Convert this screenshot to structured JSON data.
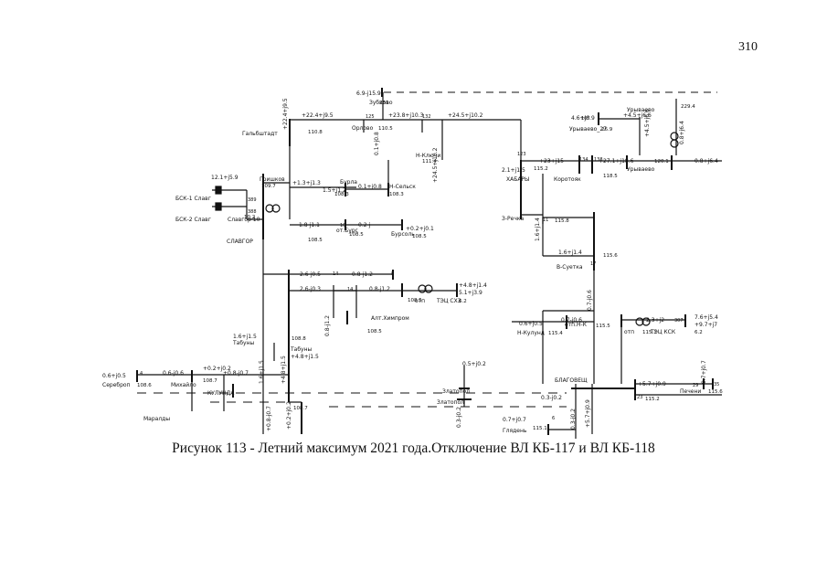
{
  "page_number": "310",
  "caption": "Рисунок 113 - Летний максимум 2021 года.Отключение ВЛ КБ-117 и ВЛ КБ-118",
  "scheme": {
    "nodes": {
      "zubkovo": "Зубково",
      "galbshtadt": "Гальбштадт",
      "orlovo": "Орлово",
      "n_klyuchi": "Н-Ключи",
      "kharabaly": "ХАБАРЫ",
      "korotoyak": "Коротояк",
      "urlyaevo": "Урываево",
      "urlyaevo_27": "Урываево_27",
      "urlyaevo_2": "Урываево",
      "grishkovka": "Гришков",
      "bsk1": "БСК-1 Славг",
      "bsk2": "БСК-2 Славг",
      "slavgorod_10": "Славгор 10",
      "slavgorod": "СЛАВГОР",
      "burla": "Бурла",
      "n_selsk": "Н-Сельск",
      "ot_bursol": "от.Бурс",
      "bursol": "Бурсоль",
      "zrechka": "З-Речка",
      "v_suetka": "В-Суетка",
      "tets_skh": "ТЭЦ СХЗ",
      "otp1": "отп",
      "alt_khimprom": "Алт.Химпром",
      "tabuny": "Табуны",
      "tabuny_2": "Табуны",
      "kulunda": "КУЛУНДА",
      "serebropol": "Сереброп",
      "mikhino": "Михайло",
      "maraldy": "Маралды",
      "zlatopol": "Златопол",
      "zlatopol_2": "Златопол",
      "n_kuluny": "Н-Кулунд",
      "otp_n_k": "отп.Н-К",
      "otp2": "отп",
      "tets_ksk": "ТЭЦ КСК",
      "blagoveshch": "БЛАГОВЕЩ",
      "glyaden": "Глядень",
      "pechenii": "Печени"
    },
    "flows": {
      "f1": "6.9-j15.9",
      "f2": "+22.4+j9.5",
      "f3": "+23.8+j10.3",
      "f4": "+24.5+j10.2",
      "f5": "4.6+j6.9",
      "f6": "+4.5+j6.6",
      "f7": "12.1+j5.9",
      "f8": "+1.3+j1.3",
      "f9": "1.5+j1.2",
      "f10": "0.1+j0.8",
      "f11": "1.8-j1.1",
      "f12": "0.2-j",
      "f13": "+0.2+j0.1",
      "f14": "2.1+j1.5",
      "f15": "+23+j15",
      "f16": "+27.1+j18.6",
      "f17": "0.8+j6.4",
      "f18": "1.6+j1.4",
      "f19": "2.6-j0.5",
      "f20": "0.8-j1.2",
      "f21": "2.6-j0.3",
      "f22": "0.8-j1.2",
      "f23": "+4.8+j1.4",
      "f24": "5.1+j3.9",
      "f25": "1.6+j1.5",
      "f26": "+4.8+j1.5",
      "f27": "0.6+j0.5",
      "f28": "0.6-j0.6",
      "f29": "+0.2+j0.2",
      "f30": "+0.8-j0.7",
      "f31": "0.6+j0.5",
      "f32": "0.7-j0.6",
      "f33": "2.3+j2",
      "f34": "7.6+j5.4",
      "f35": "+9.7+j7",
      "f36": "+5.7+j0.9",
      "f37": "0.7+j0.7",
      "f38": "0.3-j0.2",
      "f39": "0.5+j0.2"
    },
    "voltages": {
      "v_galb": "110.8",
      "v_orlovo": "110.5",
      "v_nkl": "111.4",
      "v_kharab": "115.2",
      "v_korot": "118.5",
      "v_urly": "120.1",
      "v_urly27": "26.9",
      "v_bur1": "108.3",
      "v_nsel": "108.3",
      "v_bursol1": "108.5",
      "v_bursol2": "108.5",
      "v_grish": "109.7",
      "v_slav10": "10.2",
      "v_slav": "108.5",
      "v_zrech": "115.8",
      "v_vsuet": "115.6",
      "v_alt": "108.5",
      "v_tets": "6.2",
      "v_otp": "108.5",
      "v_tab": "108.8",
      "v_kul": "108.6",
      "v_mikh": "108.7",
      "v_n_kul": "115.4",
      "v_otp2": "115.5",
      "v_otp3": "115.1",
      "v_tets_ksk": "6.2",
      "v_blag": "115.2",
      "v_glyad": "115.1",
      "v_pech": "115.6",
      "v_zub": "231",
      "v_urly_top": "229.4",
      "v_kulun_bot": "108.7"
    },
    "bus_numbers": {
      "n125": "125",
      "n132": "132",
      "n123": "123",
      "n134": "134",
      "n138": "138",
      "n167": "167",
      "n389": "389",
      "n388": "388",
      "n14a": "14",
      "n14b": "14",
      "n8": "8",
      "n10": "10",
      "n4": "4",
      "n6": "6",
      "n29": "29",
      "n35": "35",
      "n307": "307",
      "n23": "23",
      "n17": "17",
      "n11": "11"
    }
  }
}
